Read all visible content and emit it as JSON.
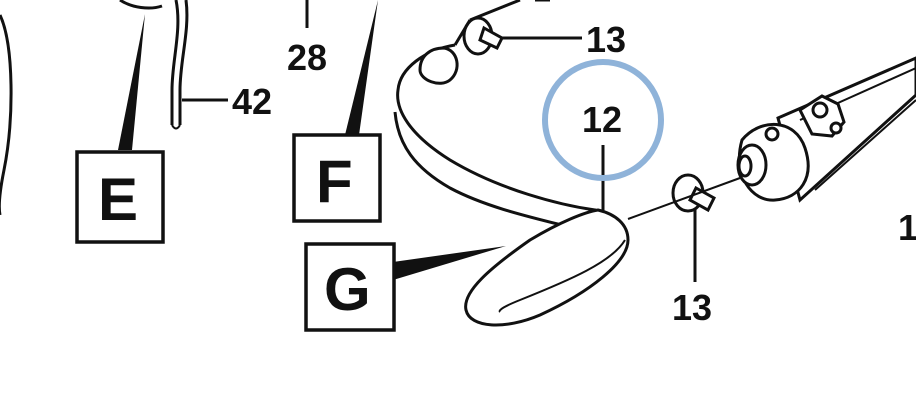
{
  "callouts": {
    "c28": "28",
    "c42": "42",
    "c13_top": "13",
    "c12": "12",
    "c13_bottom": "13",
    "c_edge": "1"
  },
  "boxes": {
    "e": "E",
    "f": "F",
    "g": "G"
  },
  "highlight": {
    "color": "#8fb3d9"
  }
}
